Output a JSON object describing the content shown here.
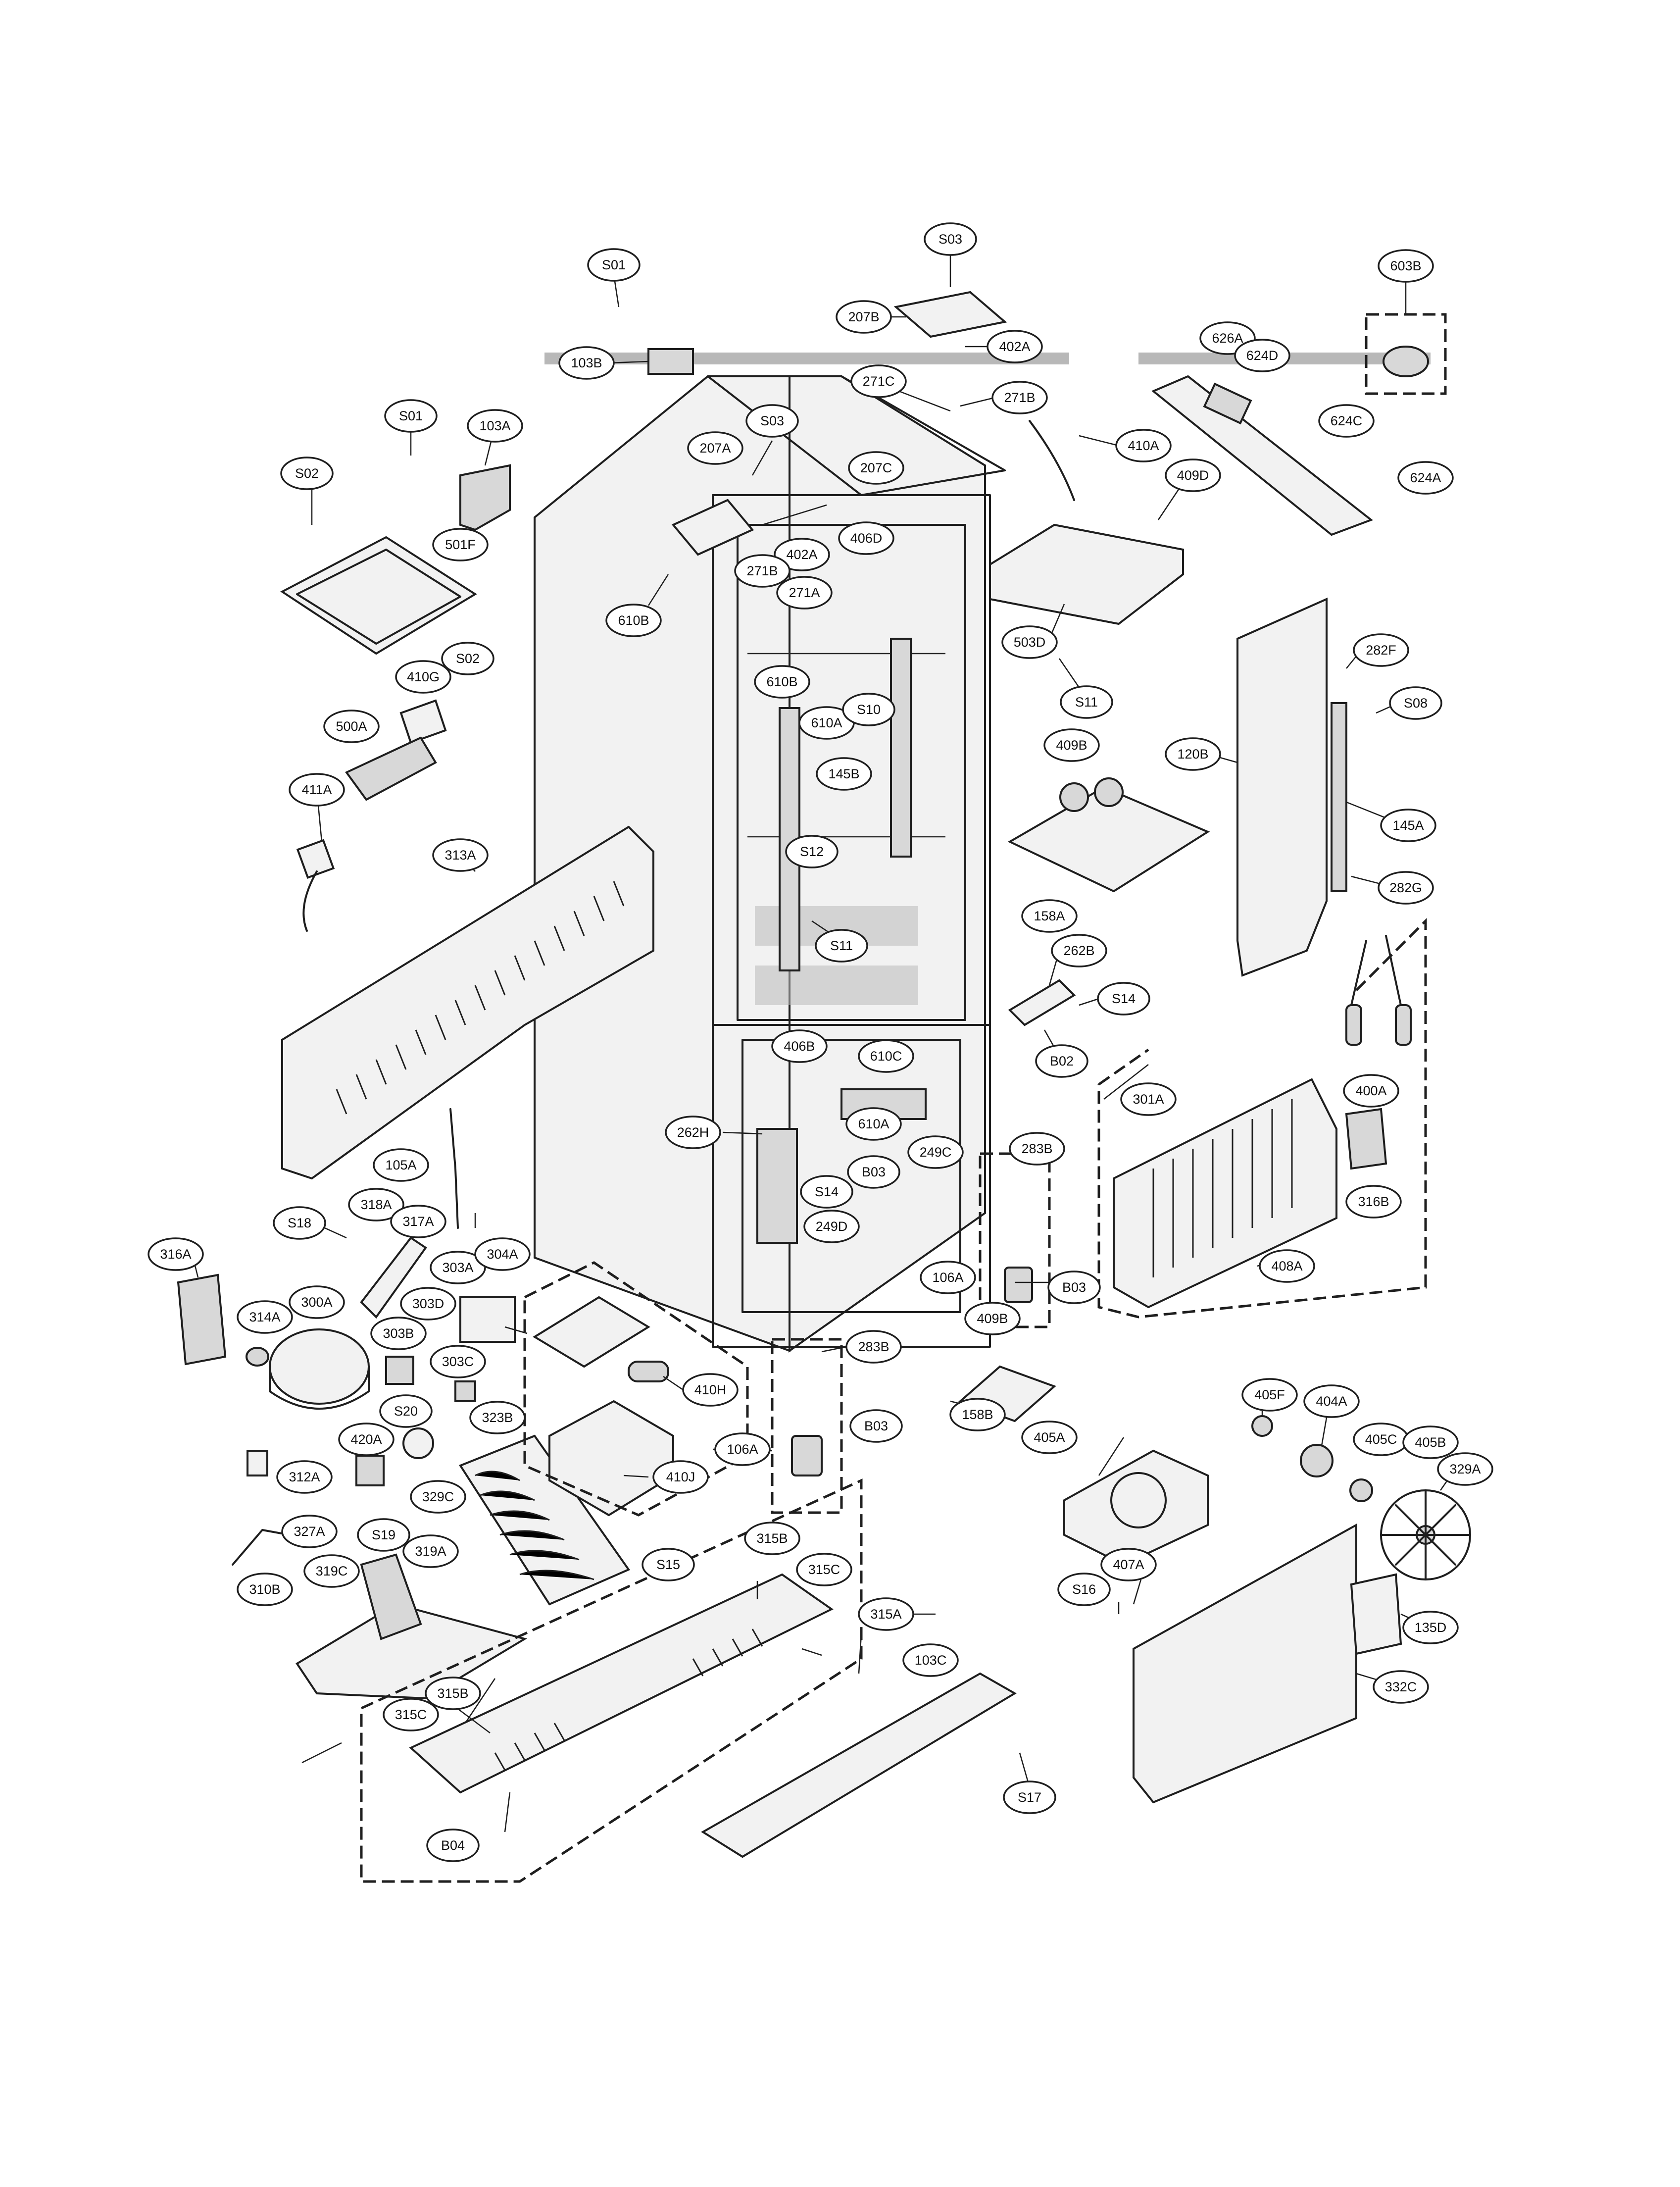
{
  "diagram": {
    "labels": [
      "S01",
      "S03",
      "207B",
      "402A",
      "103B",
      "603B",
      "626A",
      "624D",
      "271C",
      "271B",
      "410A",
      "624C",
      "624A",
      "S01",
      "103A",
      "S03",
      "207A",
      "207C",
      "409D",
      "S02",
      "501F",
      "402A",
      "406D",
      "271B",
      "271A",
      "610B",
      "503D",
      "282F",
      "S08",
      "S11",
      "S02",
      "410G",
      "610B",
      "610A",
      "S10",
      "409B",
      "120B",
      "500A",
      "145B",
      "145A",
      "411A",
      "S12",
      "282G",
      "313A",
      "158A",
      "S11",
      "262B",
      "S14",
      "B02",
      "406B",
      "610C",
      "301A",
      "400A",
      "610A",
      "262H",
      "B03",
      "249C",
      "283B",
      "316B",
      "S14",
      "105A",
      "249D",
      "B03",
      "408A",
      "S18",
      "318A",
      "317A",
      "106A",
      "316A",
      "303A",
      "304A",
      "303D",
      "300A",
      "314A",
      "409B",
      "303B",
      "303C",
      "410H",
      "283B",
      "158B",
      "B03",
      "405F",
      "404A",
      "S20",
      "420A",
      "323B",
      "106A",
      "405A",
      "405C",
      "405B",
      "329C",
      "410J",
      "329A",
      "312A",
      "327A",
      "S19",
      "319A",
      "315B",
      "S15",
      "315C",
      "407A",
      "S16",
      "135D",
      "319C",
      "310B",
      "315A",
      "103C",
      "332C",
      "315B",
      "315C",
      "S17",
      "B04"
    ]
  }
}
